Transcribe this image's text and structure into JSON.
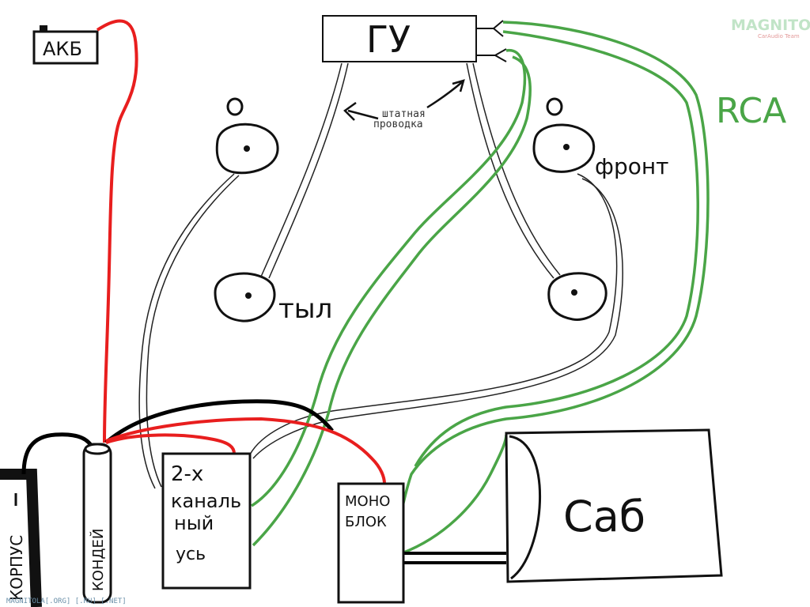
{
  "labels": {
    "battery": "АКБ",
    "head_unit": "ГУ",
    "factory_wiring": [
      "штатная",
      "проводка"
    ],
    "rca": "RCA",
    "front": "фронт",
    "rear": "тыл",
    "amp_2ch": [
      "2-х",
      "каналь",
      "ный",
      "усь"
    ],
    "monoblock": [
      "МОНО",
      "БЛОК"
    ],
    "sub": "Саб",
    "capacitor": "КОНДЕЙ",
    "chassis": "КОРПУС"
  },
  "watermark": {
    "logo": "MAGNITOLA",
    "tagline": "CarAudio Team",
    "footer": "MAGNITOLA[.ORG] [.RU] [.NET]"
  },
  "colors": {
    "power": "#e81e1e",
    "ground": "#000000",
    "rca": "#4aa547",
    "speaker_wire": "#222222"
  }
}
